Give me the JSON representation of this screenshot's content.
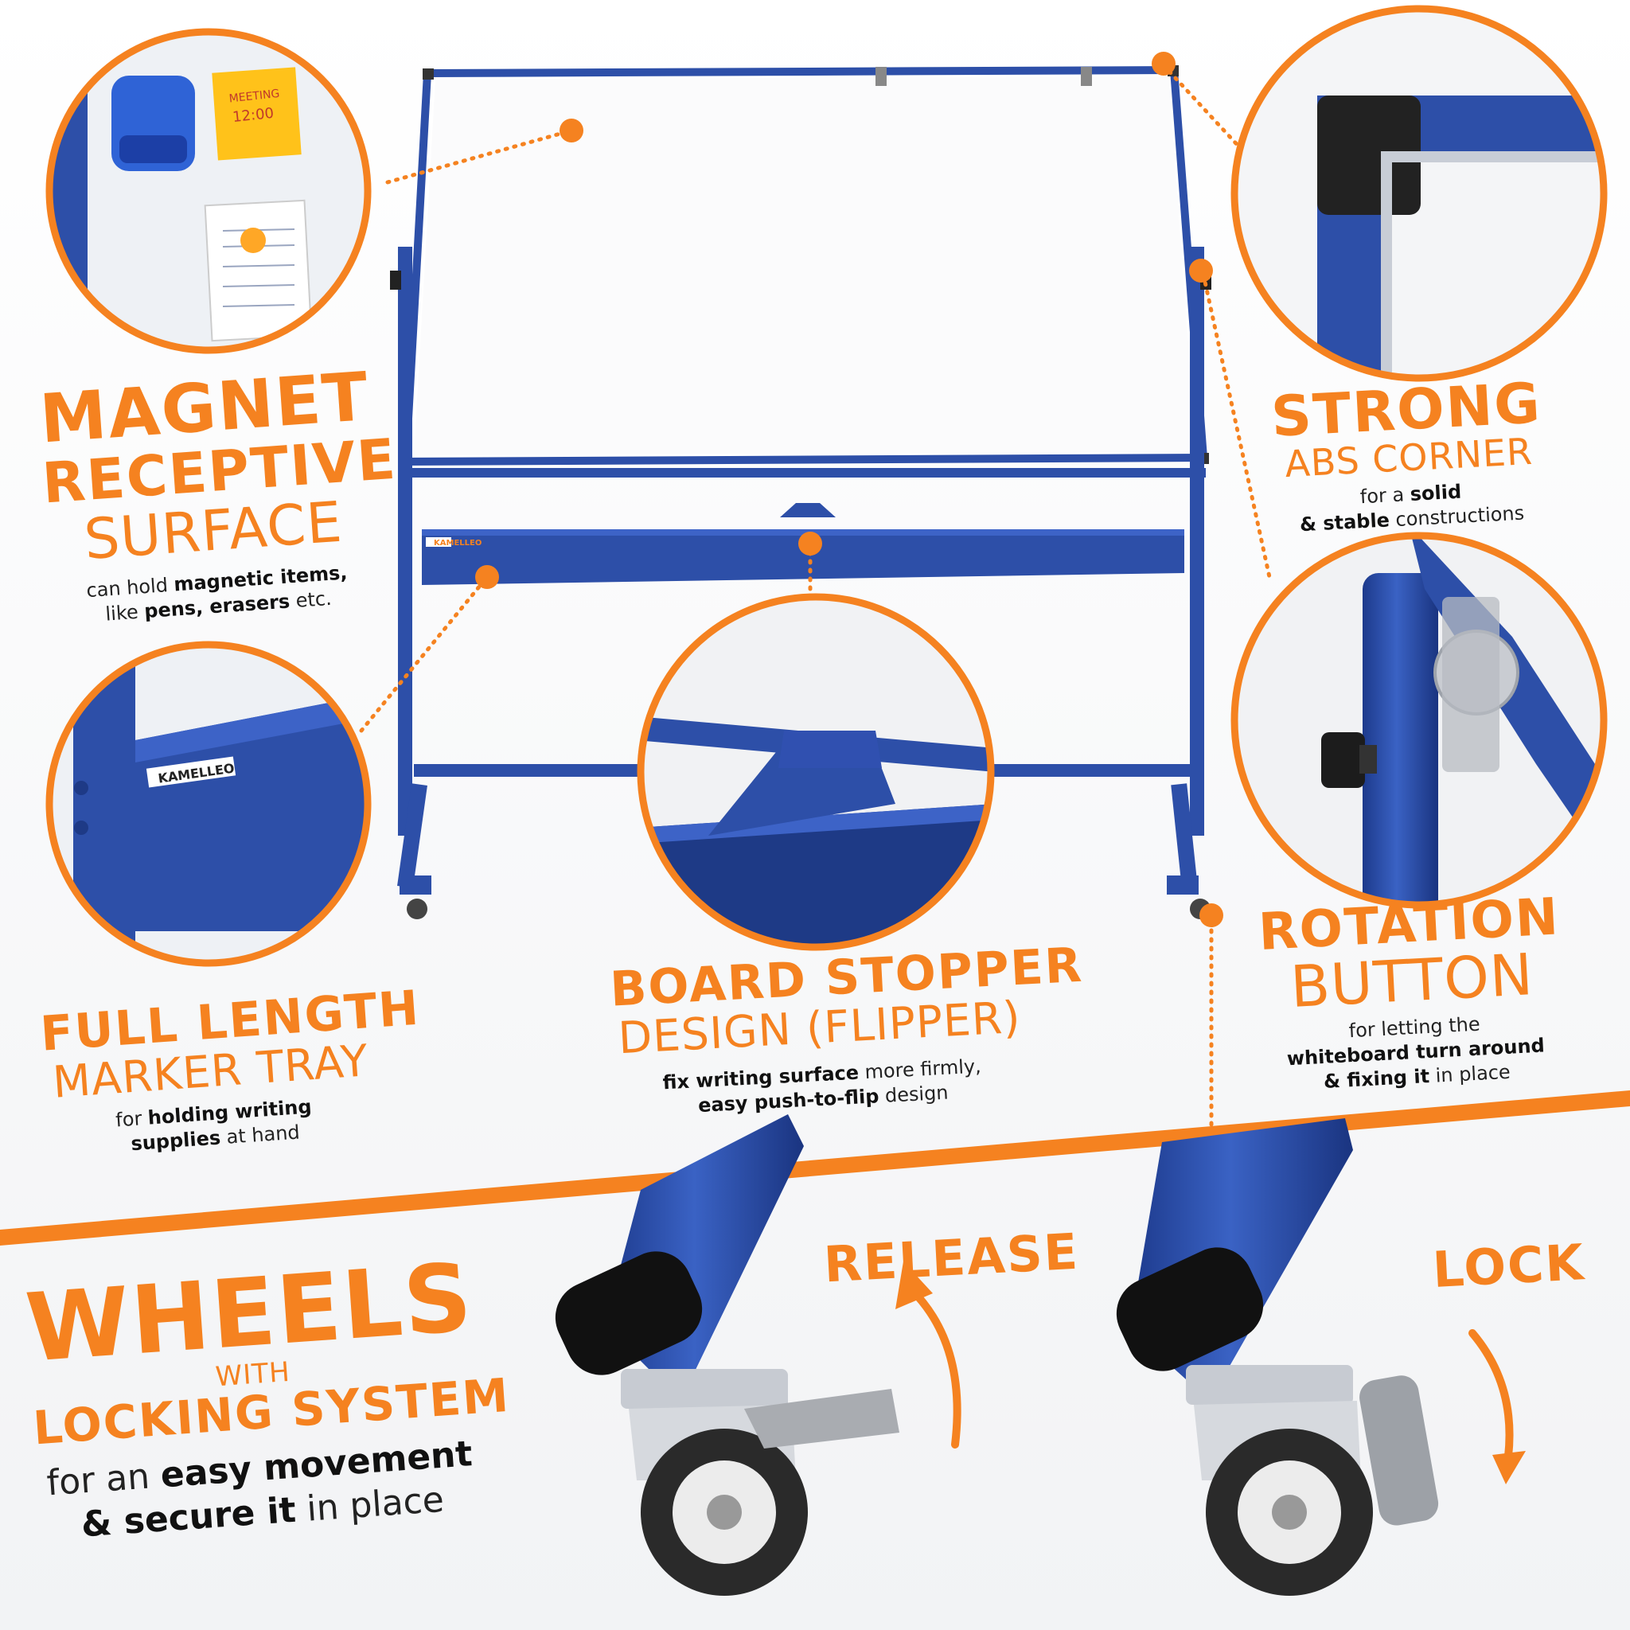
{
  "brand": "KAMELLEO",
  "colors": {
    "accent": "#f58220",
    "frame_blue": "#2d4fa8",
    "dark_blue": "#1e3a86"
  },
  "features": {
    "magnet": {
      "title_bold": "MAGNET",
      "title_bold2": "RECEPTIVE",
      "title_light": "SURFACE",
      "desc_1a": "can hold ",
      "desc_1b": "magnetic items,",
      "desc_2a": "like ",
      "desc_2b": "pens, erasers",
      "desc_2c": " etc.",
      "note_line1": "MEETING",
      "note_line2": "12:00"
    },
    "corner": {
      "title_bold": "STRONG",
      "title_light": "ABS CORNER",
      "desc_1a": "for a ",
      "desc_1b": "solid",
      "desc_2a": "& stable",
      "desc_2b": " constructions"
    },
    "tray": {
      "title_bold": "FULL LENGTH",
      "title_light": "MARKER TRAY",
      "desc_1a": "for ",
      "desc_1b": "holding writing",
      "desc_2a": "supplies",
      "desc_2b": " at hand"
    },
    "stopper": {
      "title_bold": "BOARD STOPPER",
      "title_light": "DESIGN (FLIPPER)",
      "desc_1a": "fix writing surface",
      "desc_1b": " more firmly,",
      "desc_2a": "easy push-to-flip",
      "desc_2b": " design"
    },
    "rotation": {
      "title_bold": "ROTATION",
      "title_light": "BUTTON",
      "desc_1": "for letting the",
      "desc_2": "whiteboard turn around",
      "desc_3a": "& fixing it",
      "desc_3b": " in place"
    },
    "wheels": {
      "title_bold": "WHEELS",
      "title_with": "WITH",
      "title_bold2": "LOCKING SYSTEM",
      "desc_1a": "for an ",
      "desc_1b": "easy movement",
      "desc_2a": "& secure it",
      "desc_2b": " in place",
      "release_label": "RELEASE",
      "lock_label": "LOCK"
    }
  }
}
